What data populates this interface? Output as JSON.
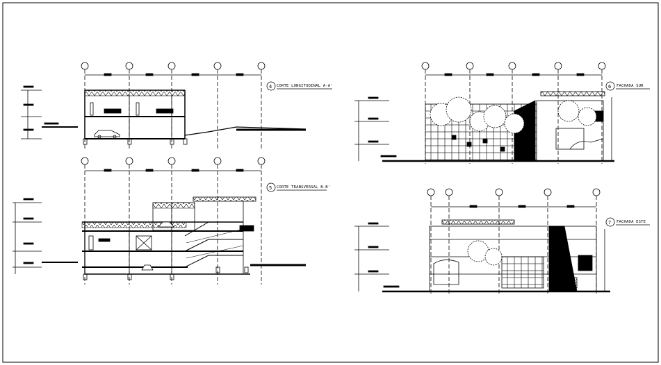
{
  "sheet": {
    "views": [
      {
        "id": "4",
        "title": "CORTE LONGITUDINAL A-A'"
      },
      {
        "id": "5",
        "title": "CORTE TRANSVERSAL B-B'"
      },
      {
        "id": "6",
        "title": "FACHADA SUR"
      },
      {
        "id": "7",
        "title": "FACHADA ESTE"
      }
    ]
  },
  "colors": {
    "line": "#000000",
    "background": "#ffffff"
  }
}
